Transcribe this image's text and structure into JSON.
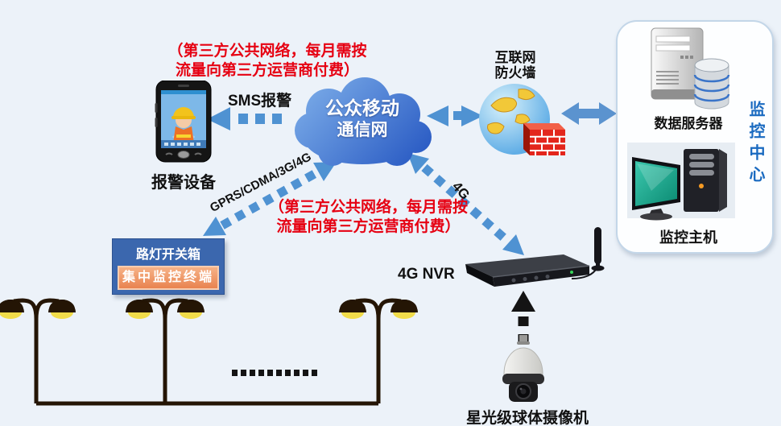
{
  "diagram": {
    "fees_note_top": {
      "line1": "（第三方公共网络，每月需按",
      "line2": "流量向第三方运营商付费）"
    },
    "fees_note_mid": {
      "line1": "（第三方公共网络，每月需按",
      "line2": "流量向第三方运营商付费）"
    },
    "alarm_device_label": "报警设备",
    "sms_label": "SMS报警",
    "cloud_line1": "公众移动",
    "cloud_line2": "通信网",
    "firewall_line1": "互联网",
    "firewall_line2": "防火墙",
    "data_server_label": "数据服务器",
    "monitoring_host_label": "监控主机",
    "monitoring_center_label": "监控中心",
    "gprs_label": "GPRS/CDMA/3G/4G",
    "fourg_label": "4G",
    "nvr_label": "4G NVR",
    "switch_box_title": "路灯开关箱",
    "terminal_label": "集中监控终端",
    "camera_label": "星光级球体摄像机"
  },
  "icons": {
    "alarm_device": "smartphone-icon",
    "network": "cloud-icon",
    "firewall": "globe-firewall-icon",
    "data_server": "server-database-icon",
    "monitoring_host": "desktop-computer-icon",
    "nvr": "nvr-recorder-icon",
    "camera": "dome-camera-icon",
    "street_lights": "street-lamp-icon"
  },
  "colors": {
    "background": "#ecf2f9",
    "note_red": "#e60012",
    "arrow_blue": "#4f92d2",
    "solid_arrow_blue": "#5b93cf",
    "cloud_blue_top": "#7fb0ea",
    "cloud_blue_bottom": "#2b5cc4",
    "switch_box_blue": "#3b67ae",
    "terminal_orange": "#ee9064",
    "panel_border": "#c3d6e8",
    "center_text_blue": "#1a6ac0",
    "firewall_brick_red": "#e3261c",
    "lamp_dark": "#241505",
    "lamp_yellow": "#f1dc4a"
  }
}
